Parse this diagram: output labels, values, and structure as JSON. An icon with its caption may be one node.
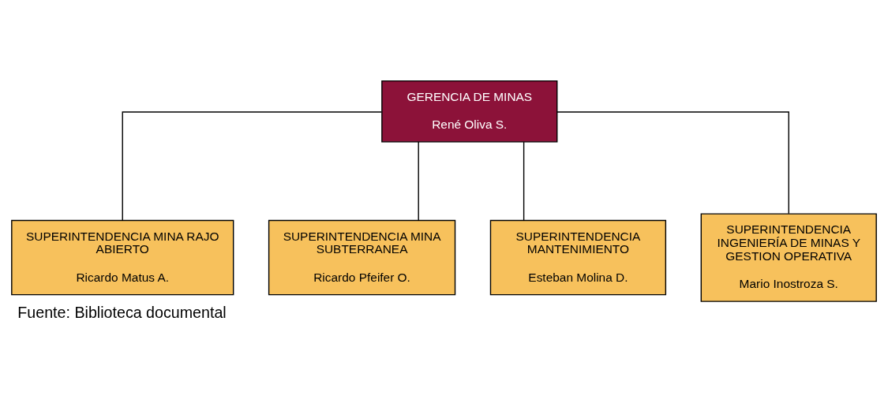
{
  "diagram": {
    "caption": "Fuente: Biblioteca documental",
    "nodes": [
      {
        "text": [
          "GERENCIA DE MINAS",
          "René Oliva S."
        ]
      },
      {
        "text": [
          "SUPERINTENDENCIA MINA RAJO ABIERTO",
          "Ricardo Matus A."
        ]
      },
      {
        "text": [
          "SUPERINTENDENCIA MINA SUBTERRANEA",
          "Ricardo Pfeifer O."
        ]
      },
      {
        "text": [
          "SUPERINTENDENCIA MANTENIMIENTO",
          "Esteban Molina D."
        ]
      },
      {
        "text": [
          "SUPERINTENDENCIA INGENIERÍA DE MINAS Y GESTION OPERATIVA",
          "Mario Inostroza S."
        ]
      }
    ],
    "edges": [
      {
        "from": 0,
        "to": 1,
        "arrow": "none"
      },
      {
        "from": 0,
        "to": 2,
        "arrow": "none"
      },
      {
        "from": 0,
        "to": 3,
        "arrow": "none"
      },
      {
        "from": 0,
        "to": 4,
        "arrow": "none"
      }
    ]
  }
}
